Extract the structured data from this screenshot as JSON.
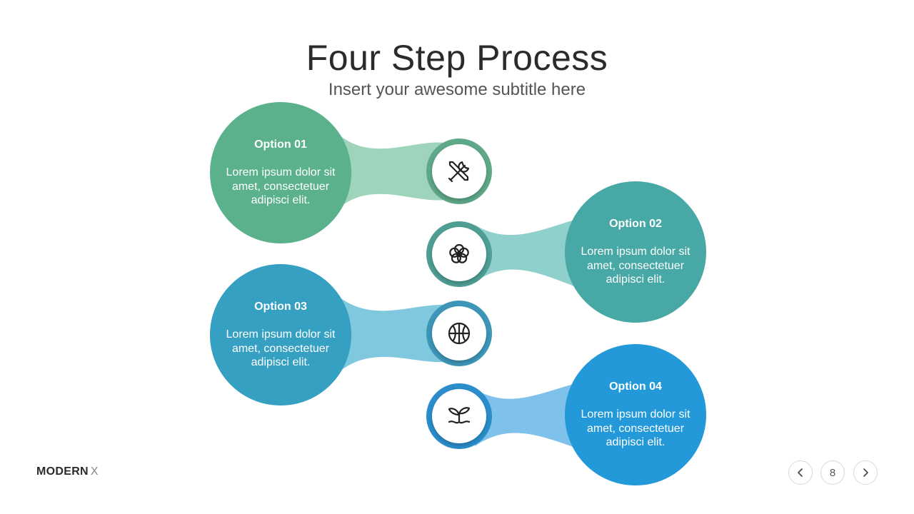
{
  "header": {
    "title": "Four Step Process",
    "subtitle": "Insert your awesome subtitle here"
  },
  "steps": [
    {
      "title": "Option 01",
      "body": "Lorem ipsum dolor sit amet, consectetuer adipisci elit.",
      "icon": "tools-icon",
      "color": "#5bb18c",
      "bridge_color": "#9ed3bc",
      "ring_color": "#5fa889"
    },
    {
      "title": "Option 02",
      "body": "Lorem ipsum dolor sit amet, consectetuer adipisci elit.",
      "icon": "flower-icon",
      "color": "#47a8a5",
      "bridge_color": "#8fd0cd",
      "ring_color": "#4e9e94"
    },
    {
      "title": "Option 03",
      "body": "Lorem ipsum dolor sit amet, consectetuer adipisci elit.",
      "icon": "basketball-icon",
      "color": "#35a0c2",
      "bridge_color": "#80c8de",
      "ring_color": "#3d96b8"
    },
    {
      "title": "Option 04",
      "body": "Lorem ipsum dolor sit amet, consectetuer adipisci elit.",
      "icon": "sprout-icon",
      "color": "#2399d9",
      "bridge_color": "#7ec1ea",
      "ring_color": "#2a8dcc"
    }
  ],
  "footer": {
    "brand": "MODERN",
    "brand_suffix": "X",
    "page_number": "8"
  }
}
